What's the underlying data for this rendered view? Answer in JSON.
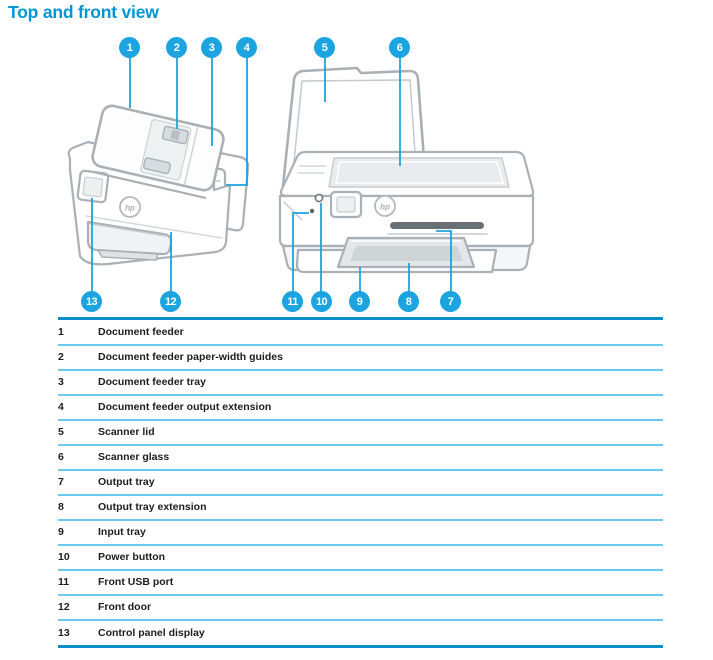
{
  "page": {
    "title": "Top and front view"
  },
  "colors": {
    "accent_blue": "#0096d6",
    "callout_blue": "#1ba4e0",
    "table_border_blue": "#0d8ecb",
    "row_divider_blue": "#69c9ef",
    "artwork_gray": "#a9b1b7"
  },
  "figure": {
    "hp_logo_text": "hp",
    "callouts": [
      {
        "label": "1"
      },
      {
        "label": "2"
      },
      {
        "label": "3"
      },
      {
        "label": "4"
      },
      {
        "label": "5"
      },
      {
        "label": "6"
      },
      {
        "label": "7"
      },
      {
        "label": "8"
      },
      {
        "label": "9"
      },
      {
        "label": "10"
      },
      {
        "label": "11"
      },
      {
        "label": "12"
      },
      {
        "label": "13"
      }
    ]
  },
  "table": {
    "rows": [
      {
        "num": "1",
        "label": "Document feeder"
      },
      {
        "num": "2",
        "label": "Document feeder paper-width guides"
      },
      {
        "num": "3",
        "label": "Document feeder tray"
      },
      {
        "num": "4",
        "label": "Document feeder output extension"
      },
      {
        "num": "5",
        "label": "Scanner lid"
      },
      {
        "num": "6",
        "label": "Scanner glass"
      },
      {
        "num": "7",
        "label": "Output tray"
      },
      {
        "num": "8",
        "label": "Output tray extension"
      },
      {
        "num": "9",
        "label": "Input tray"
      },
      {
        "num": "10",
        "label": "Power button"
      },
      {
        "num": "11",
        "label": "Front USB port"
      },
      {
        "num": "12",
        "label": "Front door"
      },
      {
        "num": "13",
        "label": "Control panel display"
      }
    ]
  }
}
